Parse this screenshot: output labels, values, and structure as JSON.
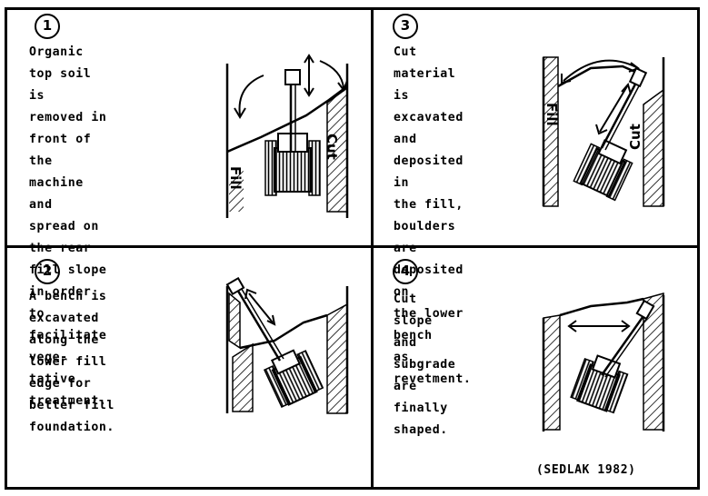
{
  "panels": [
    {
      "number": "1",
      "caption": "Organic top soil is\nremoved in front of\nthe machine and\nspread on the rear\nfill slope in order\nto facilitate vege-\ntative treatment.",
      "labels": {
        "fill": "Fill",
        "cut": "Cut"
      }
    },
    {
      "number": "2",
      "caption": "A bench is excavated\nalong the lower fill\nedge for better fill\nfoundation.",
      "labels": {}
    },
    {
      "number": "3",
      "caption": "Cut material is\nexcavated and\ndeposited in\nthe fill,\nboulders are\ndeposited on\nthe lower bench\nas revetment.",
      "labels": {
        "fill": "Fill",
        "cut": "Cut"
      }
    },
    {
      "number": "4",
      "caption": "Cut slope and\nsubgrade are\nfinally shaped.",
      "labels": {}
    }
  ],
  "credit": "(SEDLAK 1982)"
}
